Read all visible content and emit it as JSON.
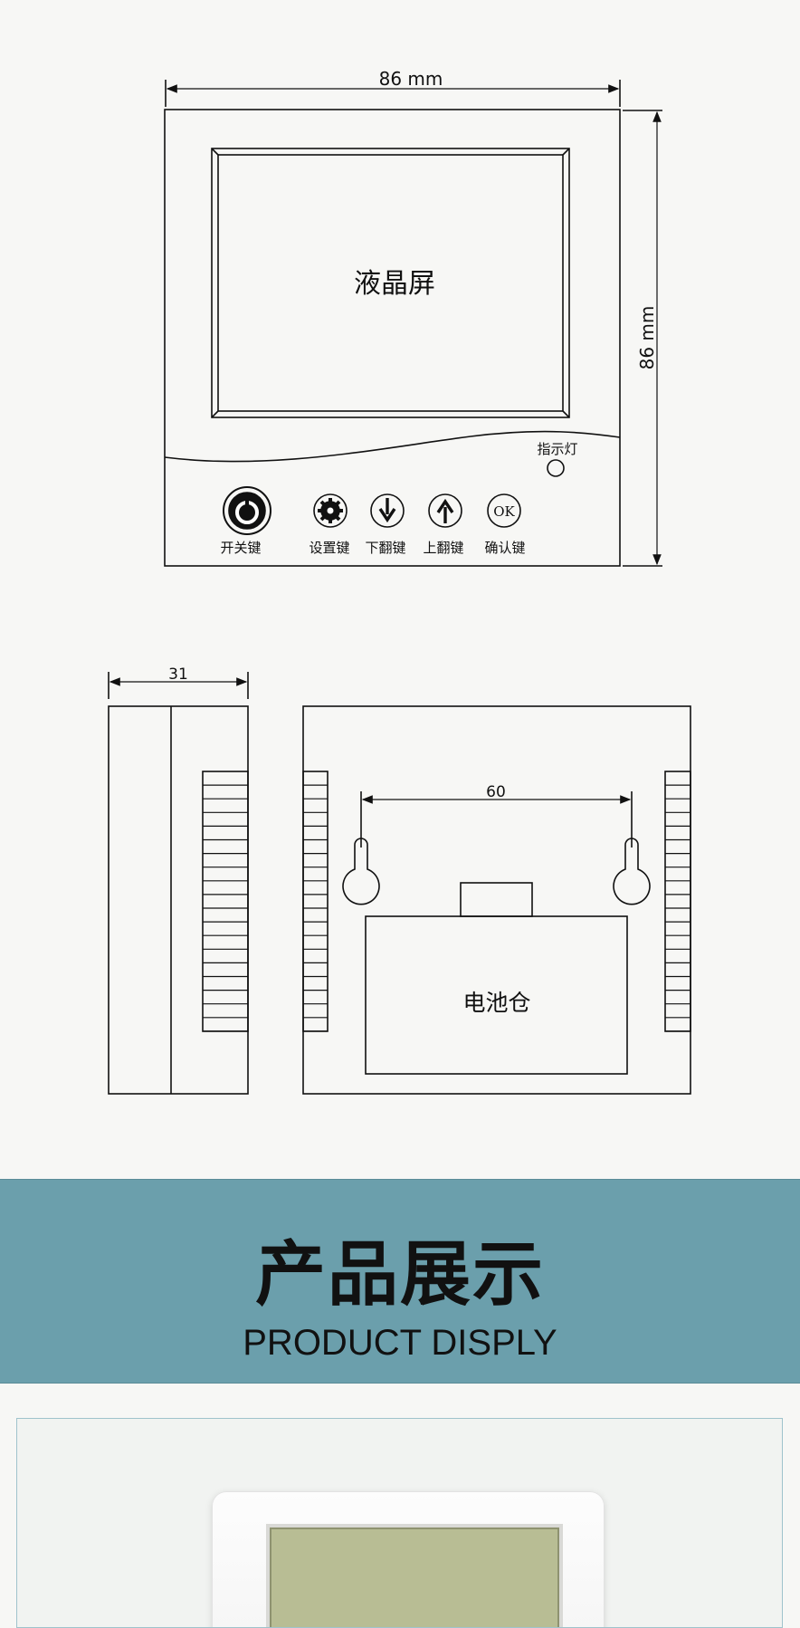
{
  "front_view": {
    "width_dim": "86 mm",
    "height_dim": "86 mm",
    "lcd_label": "液晶屏",
    "indicator_label": "指示灯",
    "buttons": [
      {
        "label": "开关键",
        "icon": "power-icon"
      },
      {
        "label": "设置键",
        "icon": "gear-icon"
      },
      {
        "label": "下翻键",
        "icon": "arrow-down-icon"
      },
      {
        "label": "上翻键",
        "icon": "arrow-up-icon"
      },
      {
        "label": "确认键",
        "icon": "ok-icon",
        "icon_text": "OK"
      }
    ]
  },
  "side_view": {
    "depth_dim": "31"
  },
  "back_view": {
    "hole_spacing_dim": "60",
    "battery_label": "电池仓"
  },
  "banner": {
    "title": "产品展示",
    "subtitle": "PRODUCT DISPLY"
  }
}
